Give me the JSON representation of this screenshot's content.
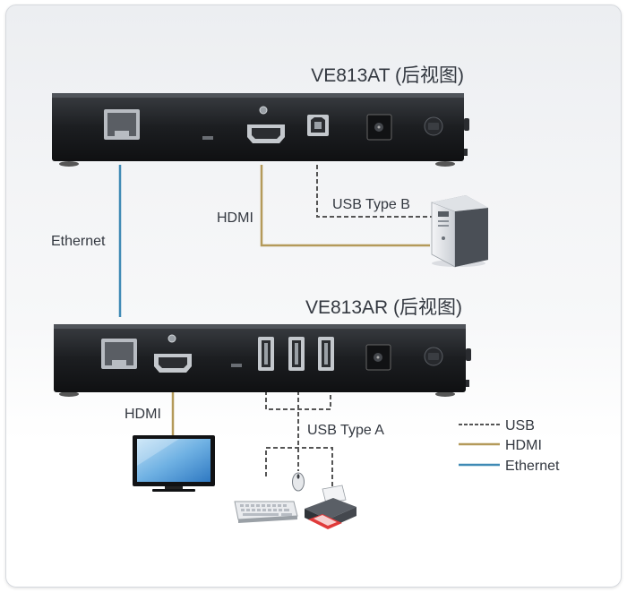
{
  "devices": {
    "transmitter": {
      "title": "VE813AT (后视图)"
    },
    "receiver": {
      "title": "VE813AR (后视图)"
    }
  },
  "connections": {
    "ethernet": "Ethernet",
    "hdmi_top": "HDMI",
    "usb_type_b": "USB Type B",
    "hdmi_bottom": "HDMI",
    "usb_type_a": "USB Type A"
  },
  "legend": {
    "items": [
      {
        "label": "USB",
        "color": "#555555",
        "style": "dashed"
      },
      {
        "label": "HDMI",
        "color": "#b49a5a",
        "style": "solid"
      },
      {
        "label": "Ethernet",
        "color": "#3f8ab5",
        "style": "solid"
      }
    ]
  },
  "colors": {
    "usb": "#555555",
    "hdmi": "#b49a5a",
    "ethernet": "#3f8ab5"
  }
}
